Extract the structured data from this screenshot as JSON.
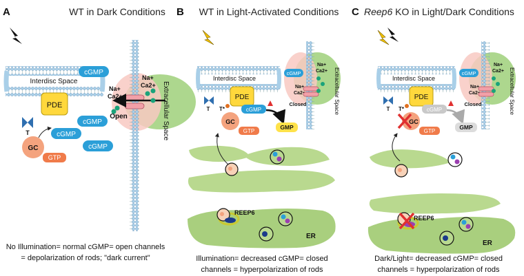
{
  "colors": {
    "cgmp": "#2b9fd8",
    "gc": "#f4a37e",
    "gtp": "#f07b4a",
    "pde": "#ffd83c",
    "gmp": "#ffe24a",
    "er": "#b9d98f",
    "er_dark": "#a9cf7e",
    "membrane_head": "#a9cfe8",
    "extracellular": "#9fd07a",
    "channel": "#f2a0a8",
    "reep6": "#6b8e23",
    "grey_cgmp": "#c9c9c9",
    "arrow_red": "#e03030"
  },
  "panels": [
    {
      "letter": "A",
      "title": "WT in Dark Conditions",
      "title_italic_prefix": "",
      "disc_label": "Interdisc Space",
      "pde": "PDE",
      "t_label": "T",
      "gc": "GC",
      "gtp": "GTP",
      "cgmp": [
        "cGMP",
        "cGMP",
        "cGMP",
        "cGMP"
      ],
      "ions": "Na+\nCa2+",
      "ions_out": "Na+\nCa2+",
      "channel_state": "Open",
      "extracellular": "Extracellular Space",
      "caption_lines": [
        "No Illumination= normal cGMP= open channels",
        "= depolarization of rods; \"dark current\""
      ]
    },
    {
      "letter": "B",
      "title": "WT in Light-Activated Conditions",
      "title_italic_prefix": "",
      "disc_label": "Interdisc Space",
      "pde": "PDE",
      "t_label": "T",
      "t_star": "T*",
      "gc": "GC",
      "gtp": "GTP",
      "cgmp": [
        "cGMP",
        "cGMP"
      ],
      "gmp": "GMP",
      "ions": "Na+\nCa2+",
      "ions_out": "Na+\nCa2+",
      "channel_state": "Closed",
      "extracellular": "Extracellular Space",
      "reep6": "REEP6",
      "er": "ER",
      "caption_lines": [
        "Illumination= decreased cGMP= closed",
        "channels = hyperpolarization of rods"
      ]
    },
    {
      "letter": "C",
      "title": " KO in Light/Dark Conditions",
      "title_italic_prefix": "Reep6",
      "disc_label": "Interdisc Space",
      "pde": "PDE",
      "t_label": "T",
      "t_star": "T*",
      "gc": "GC",
      "gtp": "GTP",
      "cgmp": [
        "cGMP",
        "cGMP"
      ],
      "gmp": "GMP",
      "ions": "Na+\nCa2+",
      "ions_out": "Na+\nCa2+",
      "channel_state": "Closed",
      "extracellular": "Extracellular Space",
      "reep6": "REEP6",
      "er": "ER",
      "caption_lines": [
        "Dark/Light= decreased cGMP= closed",
        "channels = hyperpolarization of rods"
      ]
    }
  ]
}
